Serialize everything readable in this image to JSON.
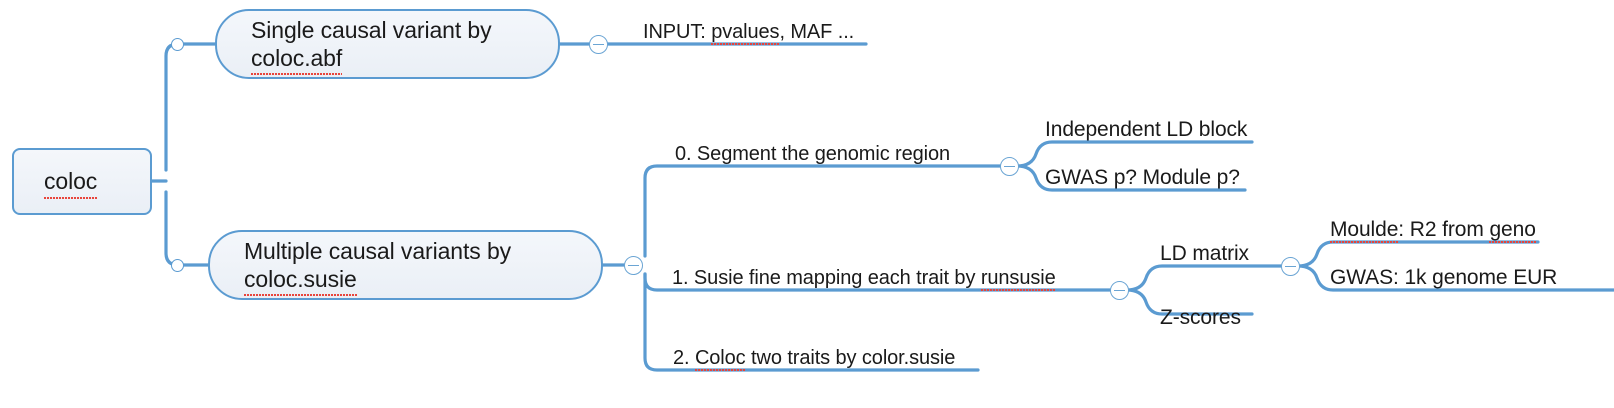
{
  "diagram": {
    "type": "mind-map",
    "title_node": "coloc",
    "accent_color": "#5b9bd1",
    "node_fill": "#eef2f7",
    "text_color": "#1a1a1a",
    "spellcheck_color": "#e8433a",
    "toggle_icon": "minus-circle-collapse-icon",
    "junction_icon": "junction-dot-icon"
  },
  "root": {
    "label": "coloc",
    "misspelled": "coloc"
  },
  "branches": [
    {
      "id": "single",
      "line1": "Single causal variant by",
      "line2": "coloc.abf",
      "misspelled": "coloc.abf",
      "children": [
        {
          "id": "input",
          "label": "INPUT: pvalues, MAF ...",
          "pre": "INPUT: ",
          "misspelled": "pvalues",
          "post": ", MAF ..."
        }
      ]
    },
    {
      "id": "multiple",
      "line1": "Multiple causal variants by",
      "line2": "coloc.susie",
      "misspelled": "coloc.susie",
      "children": [
        {
          "id": "step0",
          "label": "0. Segment the genomic region",
          "children": [
            {
              "id": "ld-block",
              "label": "Independent LD block"
            },
            {
              "id": "gwas-module-p",
              "label": "GWAS p? Module p?"
            }
          ]
        },
        {
          "id": "step1",
          "pre": "1. Susie fine mapping each trait by ",
          "misspelled": "runsusie",
          "post": "",
          "label": "1. Susie fine mapping each trait by runsusie",
          "children": [
            {
              "id": "ld-matrix",
              "label": "LD matrix",
              "children": [
                {
                  "id": "moulde-r2",
                  "label": "Moulde: R2 from geno",
                  "seg1": "Moulde",
                  "seg2": ": R2 from ",
                  "seg3": "geno"
                },
                {
                  "id": "gwas-1k",
                  "label": "GWAS: 1k genome EUR"
                }
              ]
            },
            {
              "id": "z-scores",
              "label": "Z-scores"
            }
          ]
        },
        {
          "id": "step2",
          "pre": "2. ",
          "misspelled": "Coloc",
          "post": " two traits by color.susie",
          "label": "2. Coloc two traits by color.susie"
        }
      ]
    }
  ]
}
